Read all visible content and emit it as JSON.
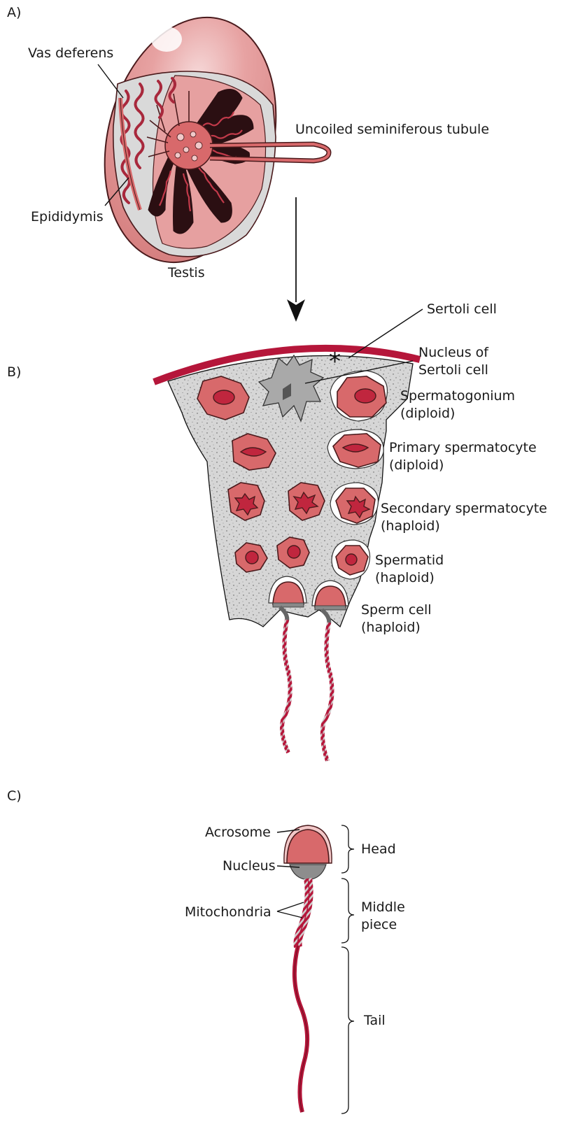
{
  "panels": {
    "a": "A)",
    "b": "B)",
    "c": "C)"
  },
  "panel_a": {
    "vas_deferens": "Vas deferens",
    "uncoiled_tubule": "Uncoiled seminiferous tubule",
    "epididymis": "Epididymis",
    "testis": "Testis"
  },
  "panel_b": {
    "sertoli_cell": "Sertoli cell",
    "nucleus_line1": "Nucleus of",
    "nucleus_line2": "Sertoli cell",
    "spermatogonium_line1": "Spermatogonium",
    "spermatogonium_line2": "(diploid)",
    "primary_line1": "Primary spermatocyte",
    "primary_line2": "(diploid)",
    "secondary_line1": "Secondary spermatocyte",
    "secondary_line2": "(haploid)",
    "spermatid_line1": "Spermatid",
    "spermatid_line2": "(haploid)",
    "sperm_line1": "Sperm cell",
    "sperm_line2": "(haploid)"
  },
  "panel_c": {
    "acrosome": "Acrosome",
    "nucleus": "Nucleus",
    "mitochondria": "Mitochondria",
    "head": "Head",
    "middle_line1": "Middle",
    "middle_line2": "piece",
    "tail": "Tail"
  },
  "colors": {
    "tissue_pink": "#d8696b",
    "dark_red": "#b5163a",
    "grey_matrix": "#d4d4d4",
    "testis_light": "#e8a6a6"
  }
}
